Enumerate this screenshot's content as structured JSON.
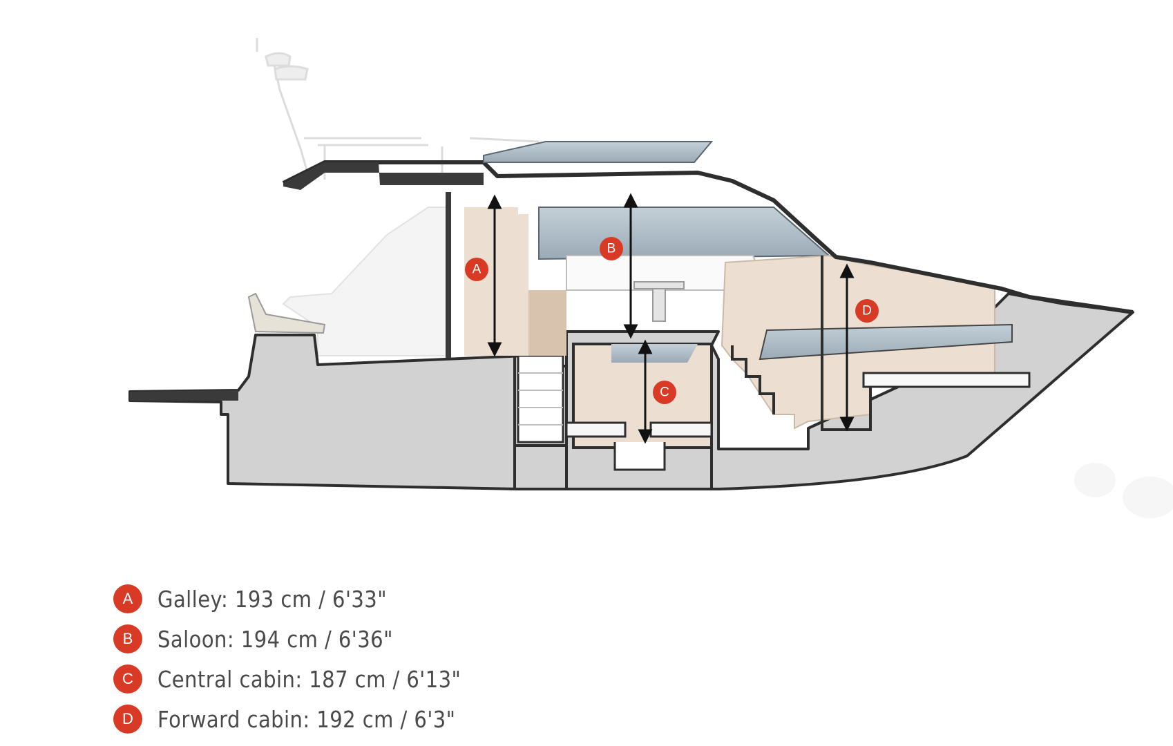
{
  "diagram": {
    "markers": [
      {
        "letter": "A"
      },
      {
        "letter": "B"
      },
      {
        "letter": "C"
      },
      {
        "letter": "D"
      }
    ]
  },
  "legend": {
    "items": [
      {
        "letter": "A",
        "text": "Galley: 193 cm / 6'33\""
      },
      {
        "letter": "B",
        "text": "Saloon: 194 cm / 6'36\""
      },
      {
        "letter": "C",
        "text": "Central cabin: 187 cm / 6'13\""
      },
      {
        "letter": "D",
        "text": "Forward cabin: 192 cm / 6'3\""
      }
    ]
  },
  "colors": {
    "accent": "#d93a26",
    "hull": "#d2d2d2",
    "outline": "#2e2e2e",
    "interior": "#ecdfd2",
    "glass": "#aab8c2",
    "text": "#4a4a4a"
  }
}
